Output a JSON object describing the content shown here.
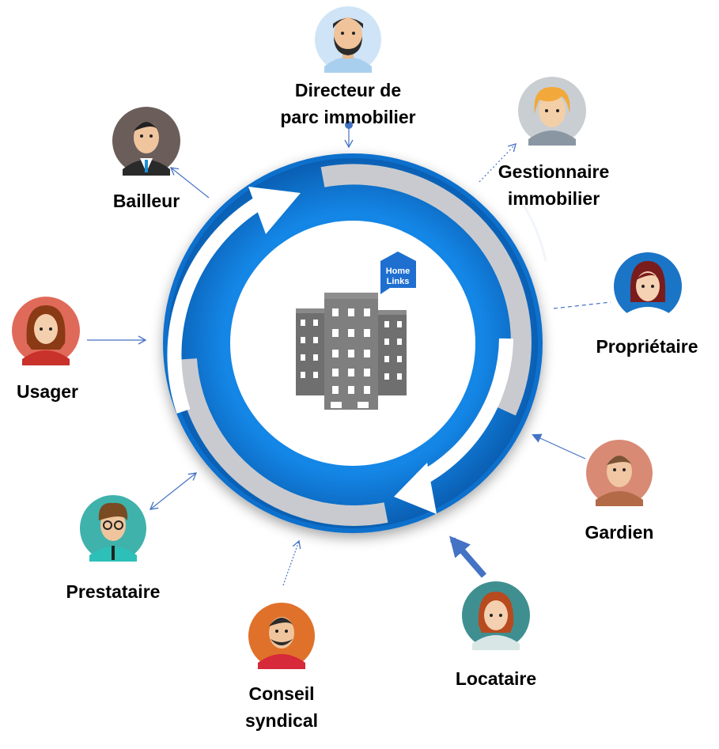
{
  "diagram": {
    "brand_badge": [
      "Home",
      "Links"
    ],
    "colors": {
      "ring_blue": "#0a73d0",
      "ring_gray": "#c8c8cc",
      "connector": "#4472c4",
      "building": "#7f7f7f"
    },
    "actors": [
      {
        "id": "directeur",
        "label_lines": [
          "Directeur de",
          "parc immobilier"
        ],
        "icon": "man-beard-icon"
      },
      {
        "id": "gestionnaire",
        "label_lines": [
          "Gestionnaire",
          "immobilier"
        ],
        "icon": "woman-blonde-icon"
      },
      {
        "id": "proprietaire",
        "label_lines": [
          "Propriétaire"
        ],
        "icon": "woman-redhair-icon"
      },
      {
        "id": "gardien",
        "label_lines": [
          "Gardien"
        ],
        "icon": "man-brown-icon"
      },
      {
        "id": "locataire",
        "label_lines": [
          "Locataire"
        ],
        "icon": "woman-teal-icon"
      },
      {
        "id": "conseil",
        "label_lines": [
          "Conseil",
          "syndical"
        ],
        "icon": "man-headset-icon"
      },
      {
        "id": "prestataire",
        "label_lines": [
          "Prestataire"
        ],
        "icon": "man-glasses-icon"
      },
      {
        "id": "usager",
        "label_lines": [
          "Usager"
        ],
        "icon": "woman-curly-icon"
      },
      {
        "id": "bailleur",
        "label_lines": [
          "Bailleur"
        ],
        "icon": "man-suit-icon"
      }
    ]
  }
}
